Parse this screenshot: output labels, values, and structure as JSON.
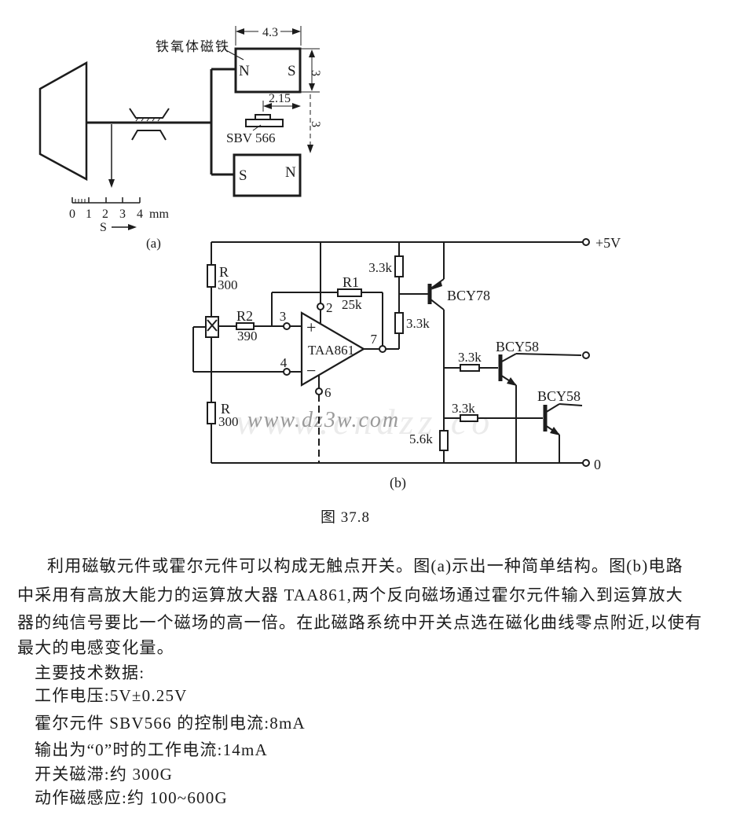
{
  "page": {
    "ink_color": "#1c1c1c",
    "background": "#ffffff"
  },
  "figure_a": {
    "ferrite_label": "铁氧体磁铁",
    "dim_width": "4.3",
    "dim_height": "3",
    "dim_offset": "2.15",
    "dim_gap": "3",
    "hall_label": "SBV 566",
    "magnet_top": {
      "left_pole": "N",
      "right_pole": "S"
    },
    "magnet_bottom": {
      "left_pole": "S",
      "right_pole": "N"
    },
    "scale": {
      "t0": "0",
      "t1": "1",
      "t2": "2",
      "t3": "3",
      "t4": "4",
      "unit": "mm",
      "axis": "S"
    },
    "caption": "(a)"
  },
  "figure_b": {
    "r_top_name": "R",
    "r_top_value": "300",
    "r2_name": "R2",
    "r2_value": "390",
    "r1_name": "R1",
    "r1_value": "25k",
    "pin2": "2",
    "pin3": "3",
    "pin4": "4",
    "pin6": "6",
    "pin7": "7",
    "plus": "+",
    "minus": "−",
    "opamp_label": "TAA861",
    "rc1": "3.3k",
    "rc2": "3.3k",
    "rb1": "3.3k",
    "rb2": "3.3k",
    "re": "5.6k",
    "q1": "BCY78",
    "q2": "BCY58",
    "q3": "BCY58",
    "r_bottom_name": "R",
    "r_bottom_value": "300",
    "vcc": "+5V",
    "gnd": "0",
    "caption": "(b)"
  },
  "watermark": {
    "front": "www.dz3w.com",
    "back": "www.cndzz.co",
    "front_color": "#9a9a9a",
    "back_color": "#ebebeb"
  },
  "figure_caption": "图 37.8",
  "body": {
    "line1": "利用磁敏元件或霍尔元件可以构成无触点开关。图(a)示出一种简单结构。图(b)电路",
    "line2": "中采用有高放大能力的运算放大器 TAA861,两个反向磁场通过霍尔元件输入到运算放大",
    "line3": "器的纯信号要比一个磁场的高一倍。在此磁路系统中开关点选在磁化曲线零点附近,以使有",
    "line4": "最大的电感变化量。",
    "line5": "主要技术数据:",
    "line6": "工作电压:5V±0.25V",
    "line7": "霍尔元件 SBV566 的控制电流:8mA",
    "line8": "输出为“0”时的工作电流:14mA",
    "line9": "开关磁滞:约 300G",
    "line10": "动作磁感应:约 100~600G"
  }
}
